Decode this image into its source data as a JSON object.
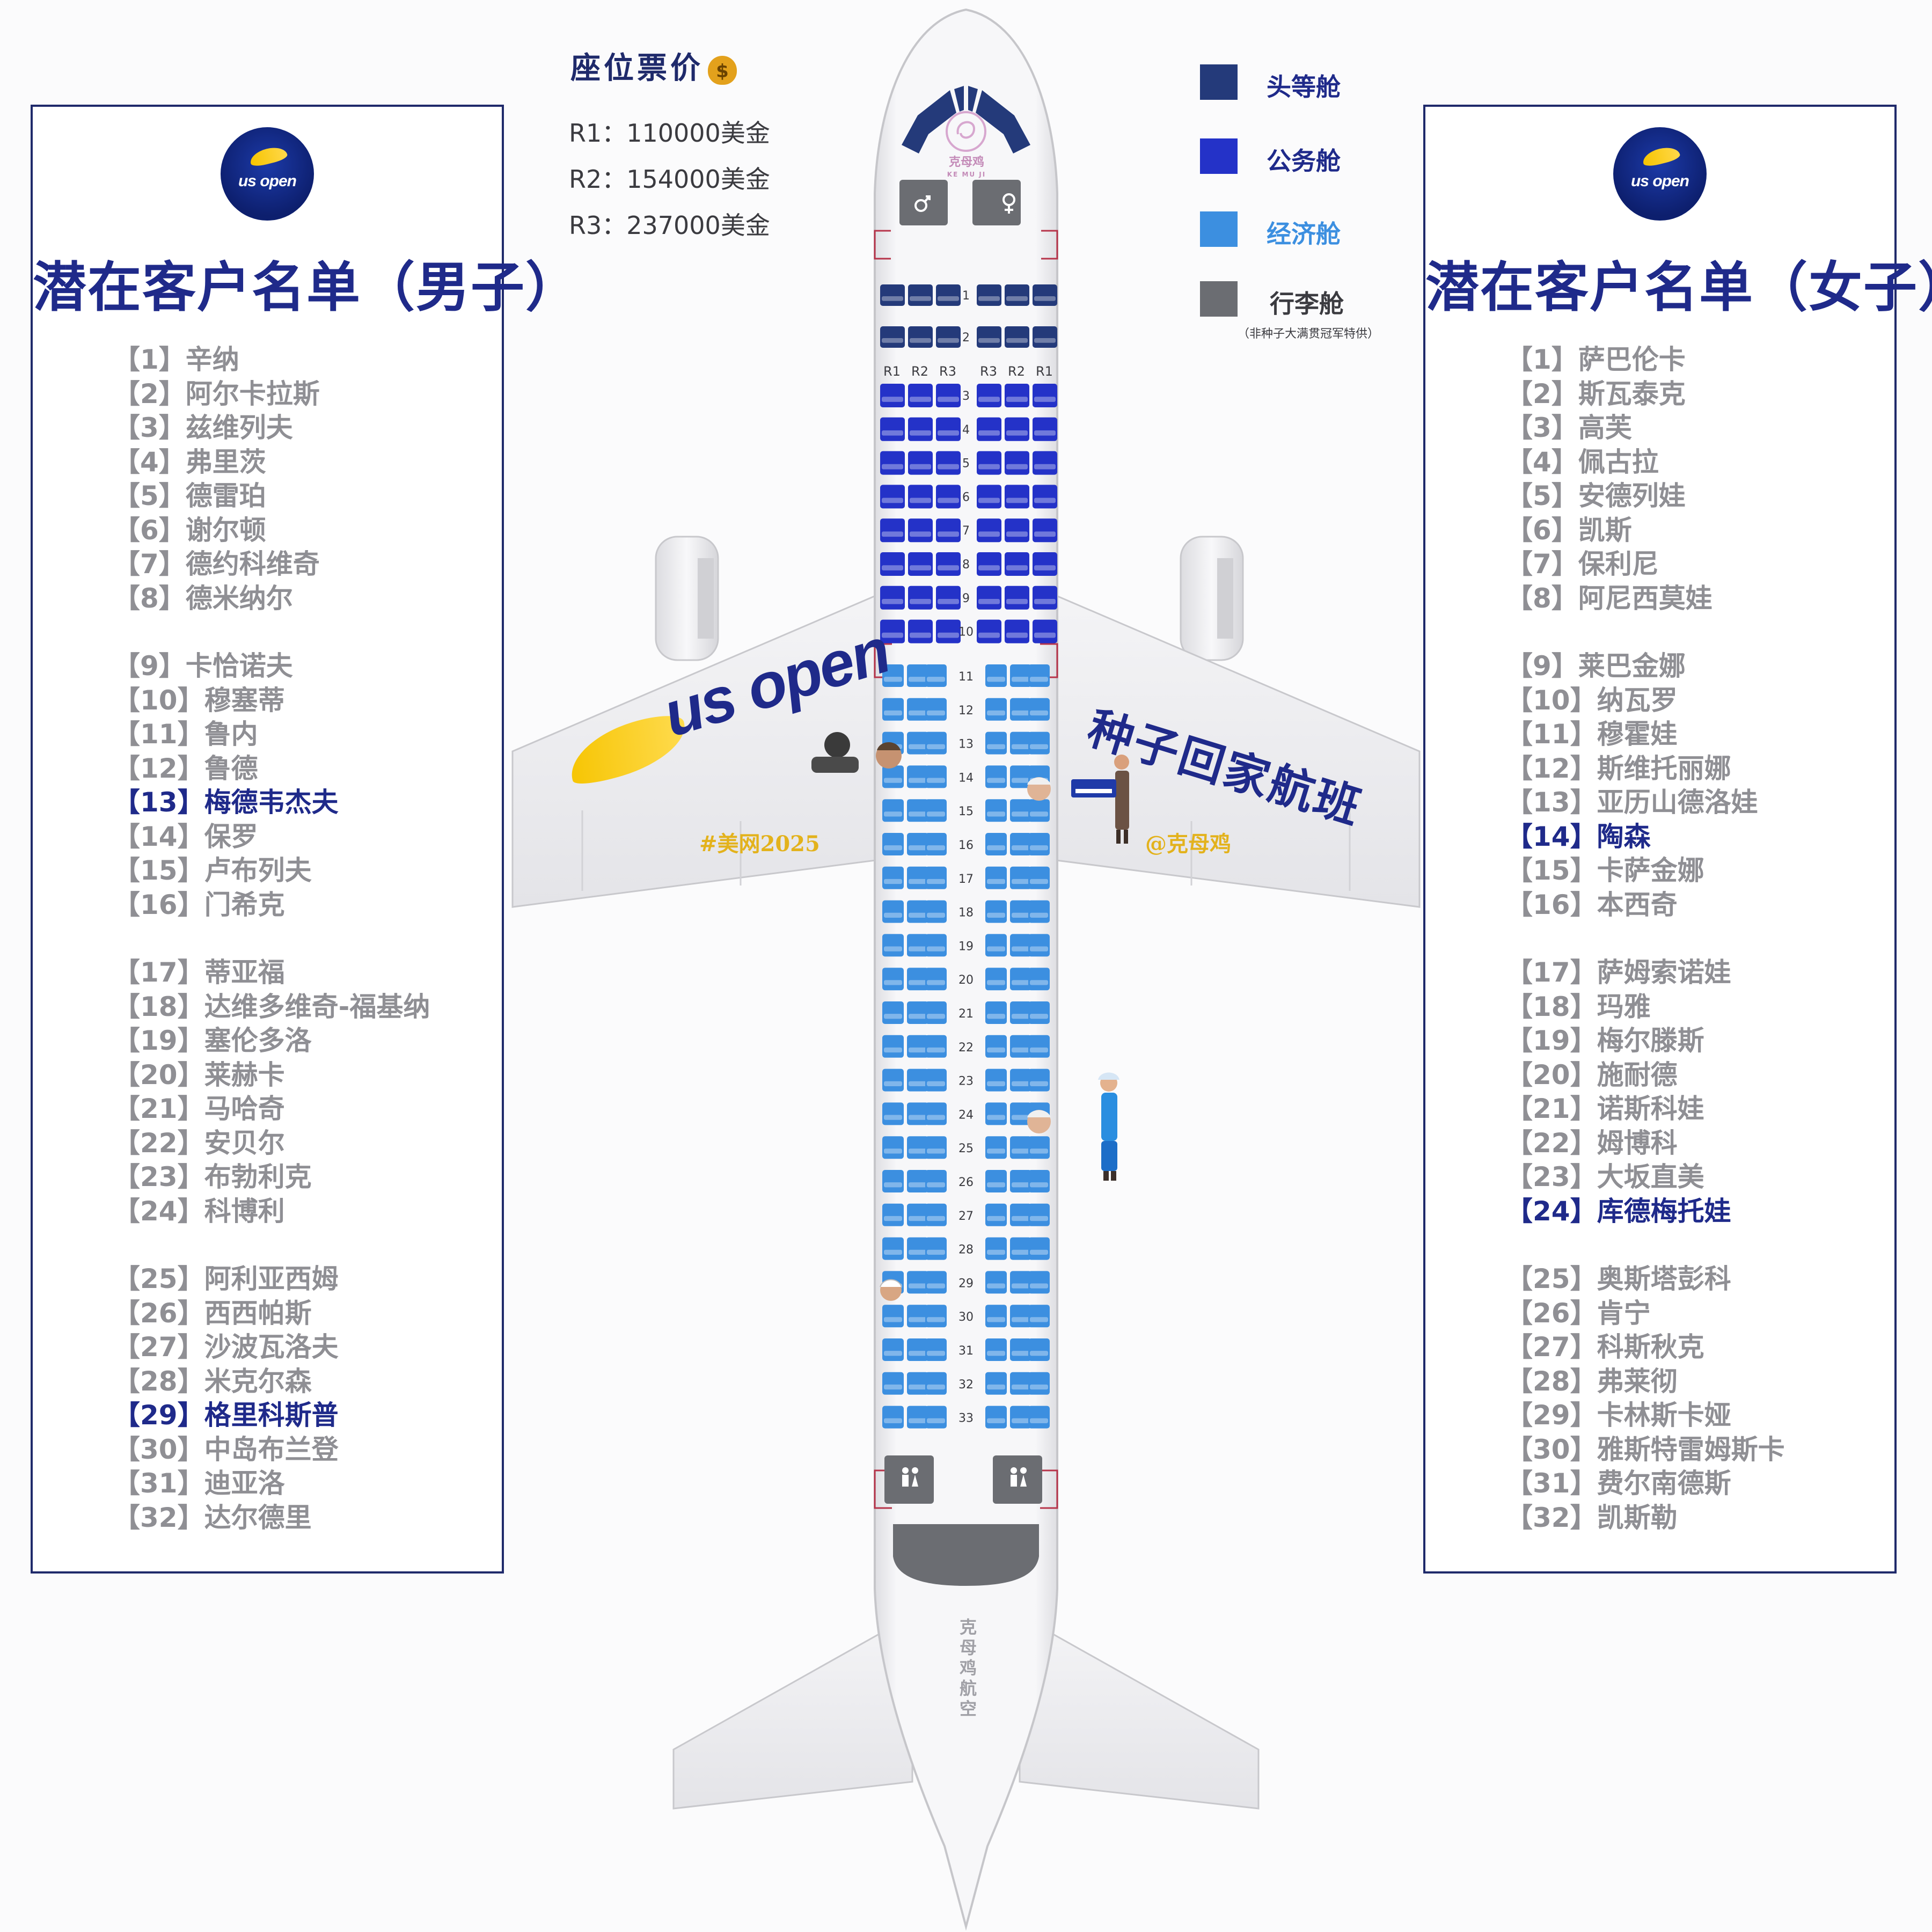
{
  "price_list": {
    "title": "座位票价",
    "icon": "money-bag-icon",
    "rows": [
      {
        "label": "R1：110000美金"
      },
      {
        "label": "R2：154000美金"
      },
      {
        "label": "R3：237000美金"
      }
    ]
  },
  "legend": {
    "items": [
      {
        "label": "头等舱",
        "color": "#243a7a"
      },
      {
        "label": "公务舱",
        "color": "#2432c8"
      },
      {
        "label": "经济舱",
        "color": "#3c8fe0"
      },
      {
        "label": "行李舱",
        "color": "#6b6d72",
        "note": "（非种子大满贯冠军特供）"
      }
    ]
  },
  "men": {
    "logo": "us open",
    "title": "潜在客户名单（男子）",
    "highlight_color": "#1f2a8a",
    "items": [
      {
        "label": "【1】辛纳"
      },
      {
        "label": "【2】阿尔卡拉斯"
      },
      {
        "label": "【3】兹维列夫"
      },
      {
        "label": "【4】弗里茨"
      },
      {
        "label": "【5】德雷珀"
      },
      {
        "label": "【6】谢尔顿"
      },
      {
        "label": "【7】德约科维奇"
      },
      {
        "label": "【8】德米纳尔"
      },
      {
        "label": "【9】卡恰诺夫"
      },
      {
        "label": "【10】穆塞蒂"
      },
      {
        "label": "【11】鲁内"
      },
      {
        "label": "【12】鲁德"
      },
      {
        "label": "【13】梅德韦杰夫",
        "highlight": true
      },
      {
        "label": "【14】保罗"
      },
      {
        "label": "【15】卢布列夫"
      },
      {
        "label": "【16】门希克"
      },
      {
        "label": "【17】蒂亚福"
      },
      {
        "label": "【18】达维多维奇-福基纳"
      },
      {
        "label": "【19】塞伦多洛"
      },
      {
        "label": "【20】莱赫卡"
      },
      {
        "label": "【21】马哈奇"
      },
      {
        "label": "【22】安贝尔"
      },
      {
        "label": "【23】布勃利克"
      },
      {
        "label": "【24】科博利"
      },
      {
        "label": "【25】阿利亚西姆"
      },
      {
        "label": "【26】西西帕斯"
      },
      {
        "label": "【27】沙波瓦洛夫"
      },
      {
        "label": "【28】米克尔森"
      },
      {
        "label": "【29】格里科斯普",
        "highlight": true
      },
      {
        "label": "【30】中岛布兰登"
      },
      {
        "label": "【31】迪亚洛"
      },
      {
        "label": "【32】达尔德里"
      }
    ]
  },
  "women": {
    "logo": "us open",
    "title": "潜在客户名单（女子）",
    "items": [
      {
        "label": "【1】萨巴伦卡"
      },
      {
        "label": "【2】斯瓦泰克"
      },
      {
        "label": "【3】高芙"
      },
      {
        "label": "【4】佩古拉"
      },
      {
        "label": "【5】安德列娃"
      },
      {
        "label": "【6】凯斯"
      },
      {
        "label": "【7】保利尼"
      },
      {
        "label": "【8】阿尼西莫娃"
      },
      {
        "label": "【9】莱巴金娜"
      },
      {
        "label": "【10】纳瓦罗"
      },
      {
        "label": "【11】穆霍娃"
      },
      {
        "label": "【12】斯维托丽娜"
      },
      {
        "label": "【13】亚历山德洛娃"
      },
      {
        "label": "【14】陶森",
        "highlight": true
      },
      {
        "label": "【15】卡萨金娜"
      },
      {
        "label": "【16】本西奇"
      },
      {
        "label": "【17】萨姆索诺娃"
      },
      {
        "label": "【18】玛雅"
      },
      {
        "label": "【19】梅尔滕斯"
      },
      {
        "label": "【20】施耐德"
      },
      {
        "label": "【21】诺斯科娃"
      },
      {
        "label": "【22】姆博科"
      },
      {
        "label": "【23】大坂直美"
      },
      {
        "label": "【24】库德梅托娃",
        "highlight": true
      },
      {
        "label": "【25】奥斯塔彭科"
      },
      {
        "label": "【26】肯宁"
      },
      {
        "label": "【27】科斯秋克"
      },
      {
        "label": "【28】弗莱彻"
      },
      {
        "label": "【29】卡林斯卡娅"
      },
      {
        "label": "【30】雅斯特雷姆斯卡"
      },
      {
        "label": "【31】费尔南德斯"
      },
      {
        "label": "【32】凯斯勒"
      }
    ]
  },
  "aircraft": {
    "nose_brand": "克母鸡",
    "nose_brand_sub": "KE MU JI",
    "tail_text": "克母鸡航空",
    "wing_left_logo": "us open",
    "wing_right_slogan": "种子回家航班",
    "wing_left_tag": "#美网2025",
    "wing_right_tag": "@克母鸡",
    "column_headers_left": [
      "R1",
      "R2",
      "R3"
    ],
    "column_headers_right": [
      "R3",
      "R2",
      "R1"
    ],
    "first_class_rows": [
      "1",
      "2"
    ],
    "business_rows": [
      "3",
      "4",
      "5",
      "6",
      "7",
      "8",
      "9",
      "10"
    ],
    "economy_rows": [
      "11",
      "12",
      "13",
      "14",
      "15",
      "16",
      "17",
      "18",
      "19",
      "20",
      "21",
      "22",
      "23",
      "24",
      "25",
      "26",
      "27",
      "28",
      "29",
      "30",
      "31",
      "32",
      "33"
    ],
    "lavatory_front": [
      "male-symbol-icon",
      "female-symbol-icon"
    ],
    "lavatory_rear": [
      "restroom-icon",
      "restroom-icon"
    ]
  }
}
